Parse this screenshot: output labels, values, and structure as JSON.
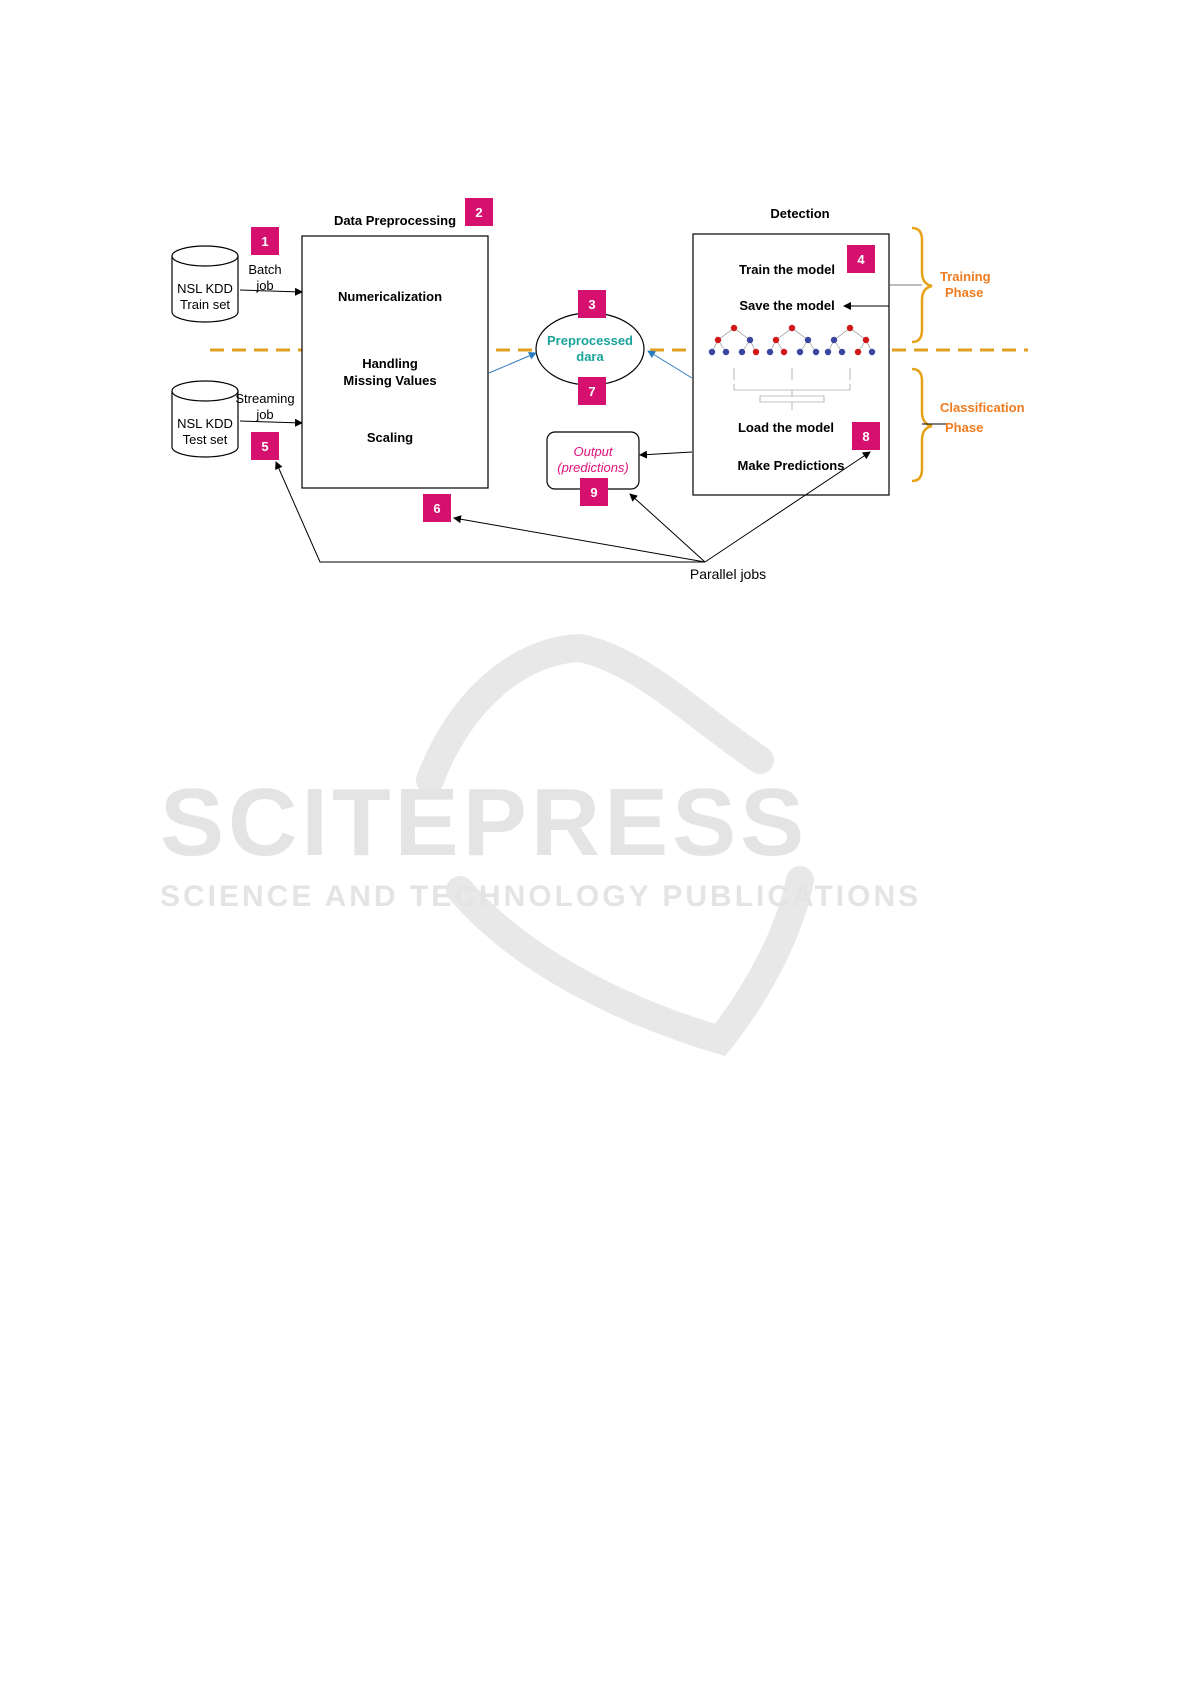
{
  "watermark": {
    "title": "SCITEPRESS",
    "subtitle": "SCIENCE AND TECHNOLOGY PUBLICATIONS"
  },
  "datasets": {
    "train": {
      "line1": "NSL KDD",
      "line2": "Train set"
    },
    "test": {
      "line1": "NSL KDD",
      "line2": "Test set"
    }
  },
  "jobs": {
    "batch_line1": "Batch",
    "batch_line2": "job",
    "stream_line1": "Streaming",
    "stream_line2": "job",
    "parallel": "Parallel jobs"
  },
  "preprocessing": {
    "title": "Data Preprocessing",
    "step1": "Numericalization",
    "step2_line1": "Handling",
    "step2_line2": "Missing Values",
    "step3": "Scaling"
  },
  "preprocessed": {
    "line1": "Preprocessed",
    "line2": "dara"
  },
  "detection": {
    "title": "Detection",
    "train": "Train the model",
    "save": "Save the model",
    "load": "Load the model",
    "predict": "Make Predictions"
  },
  "output": {
    "line1": "Output",
    "line2": "(predictions)"
  },
  "phases": {
    "training_line1": "Training",
    "training_line2": "Phase",
    "classification_line1": "Classification",
    "classification_line2": "Phase"
  },
  "badges": [
    "1",
    "2",
    "3",
    "4",
    "5",
    "6",
    "7",
    "8",
    "9"
  ],
  "colors": {
    "badge": "#d6106e",
    "phase_text": "#f07b1e",
    "brace": "#e6a317",
    "dashed_line": "#e0a020",
    "teal_text": "#1aa39a",
    "blue_arrow": "#2b7bbf"
  }
}
